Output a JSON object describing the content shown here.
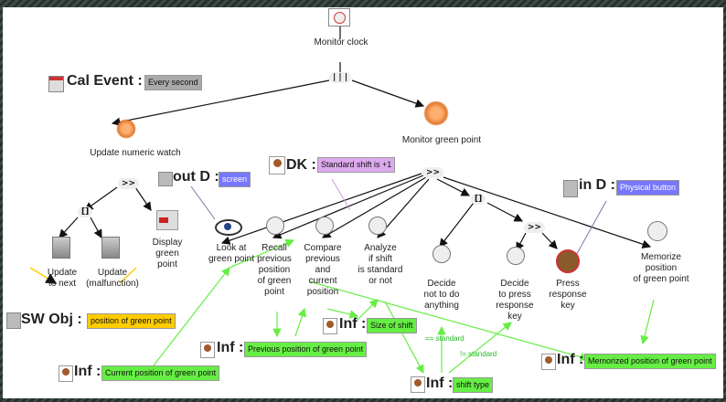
{
  "colors": {
    "green": "#66ee44",
    "blue": "#7777ff",
    "yellow": "#ffcc00",
    "gray": "#aaaaaa",
    "pink": "#ddaaee",
    "frame": "#2e3b35"
  },
  "nodes": {
    "monitor_clock": "Monitor clock",
    "update_numeric_watch": "Update numeric watch",
    "monitor_green_point": "Monitor green point",
    "update_to_next": "Update\nto next",
    "update_malfunction": "Update\n(malfunction)",
    "display_green_point": "Display\ngreen\npoint",
    "look_at_green_point": "Look at\ngreen point",
    "recall_previous": "Recall\nprevious\nposition\nof green\npoint",
    "compare_previous": "Compare\nprevious\nand\ncurrent\nposition",
    "analyze_shift": "Analyze\nif shift\nis standard\nor not",
    "decide_not": "Decide\nnot to do\nanything",
    "decide_press": "Decide\nto press\nresponse\nkey",
    "press_response": "Press\nresponse\nkey",
    "memorize_position": "Memorize\nposition\nof green point"
  },
  "operators": {
    "parallel": "| | |",
    "seq": ">>",
    "alt": "[]"
  },
  "objects": {
    "cal_event": {
      "name": "Cal Event :",
      "value": "Every second"
    },
    "out_d": {
      "name": "out D :",
      "value": "screen"
    },
    "dk": {
      "name": "DK :",
      "value": "Standard shift is +1"
    },
    "in_d": {
      "name": "in D :",
      "value": "Physical button"
    },
    "sw_obj": {
      "name": "SW Obj :",
      "value": "position of green point"
    },
    "inf_size": {
      "name": "Inf :",
      "value": "Size of shift"
    },
    "inf_previous": {
      "name": "Inf :",
      "value": "Previous position of green point"
    },
    "inf_current": {
      "name": "Inf :",
      "value": "Current position of green point"
    },
    "inf_memorized": {
      "name": "Inf :",
      "value": "Memorized position of green point"
    },
    "inf_shift_type": {
      "name": "Inf :",
      "value": "shift type"
    }
  },
  "conditions": {
    "not_standard": "== standard",
    "standard": "!= standard"
  },
  "icons": [
    "clock-icon",
    "calendar-icon",
    "gear-splash-icon",
    "monitor-splash-icon",
    "display-icon",
    "eye-icon",
    "user-icon",
    "computer-tower-icon",
    "thought-bubble-icon",
    "hand-button-icon"
  ]
}
